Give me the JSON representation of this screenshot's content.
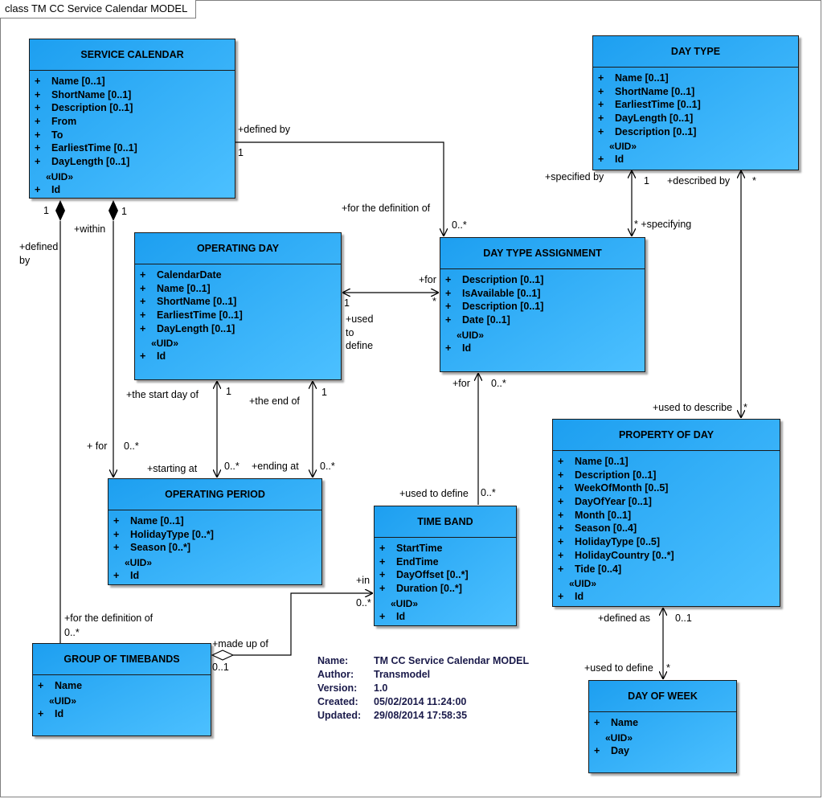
{
  "frame_title": "class TM CC Service Calendar  MODEL",
  "classes": {
    "service_calendar": {
      "name": "SERVICE CALENDAR",
      "attributes": [
        "Name [0..1]",
        "ShortName [0..1]",
        "Description [0..1]",
        "From",
        "To",
        "EarliestTime [0..1]",
        "DayLength [0..1]"
      ],
      "stereotype": "«UID»",
      "ids": [
        "Id"
      ]
    },
    "day_type": {
      "name": "DAY TYPE",
      "attributes": [
        "Name [0..1]",
        "ShortName [0..1]",
        "EarliestTime [0..1]",
        "DayLength [0..1]",
        "Description [0..1]"
      ],
      "stereotype": "«UID»",
      "ids": [
        "Id"
      ]
    },
    "operating_day": {
      "name": "OPERATING DAY",
      "attributes": [
        "CalendarDate",
        "Name [0..1]",
        "ShortName [0..1]",
        "EarliestTime [0..1]",
        "DayLength [0..1]"
      ],
      "stereotype": "«UID»",
      "ids": [
        "Id"
      ]
    },
    "day_type_assignment": {
      "name": "DAY TYPE ASSIGNMENT",
      "attributes": [
        "Description [0..1]",
        "IsAvailable [0..1]",
        "Description [0..1]",
        "Date [0..1]"
      ],
      "stereotype": "«UID»",
      "ids": [
        "Id"
      ]
    },
    "operating_period": {
      "name": "OPERATING PERIOD",
      "attributes": [
        "Name [0..1]",
        "HolidayType [0..*]",
        "Season [0..*]"
      ],
      "stereotype": "«UID»",
      "ids": [
        "Id"
      ]
    },
    "time_band": {
      "name": "TIME BAND",
      "attributes": [
        "StartTime",
        "EndTime",
        "DayOffset [0..*]",
        "Duration [0..*]"
      ],
      "stereotype": "«UID»",
      "ids": [
        "Id"
      ]
    },
    "property_of_day": {
      "name": "PROPERTY OF DAY",
      "attributes": [
        "Name [0..1]",
        "Description [0..1]",
        "WeekOfMonth [0..5]",
        "DayOfYear [0..1]",
        "Month [0..1]",
        "Season [0..4]",
        "HolidayType [0..5]",
        "HolidayCountry [0..*]",
        "Tide [0..4]"
      ],
      "stereotype": "«UID»",
      "ids": [
        "Id"
      ]
    },
    "group_of_timebands": {
      "name": "GROUP OF TIMEBANDS",
      "attributes": [
        "Name"
      ],
      "stereotype": "«UID»",
      "ids": [
        "Id"
      ]
    },
    "day_of_week": {
      "name": "DAY OF WEEK",
      "attributes": [
        "Name"
      ],
      "stereotype": "«UID»",
      "ids": [
        "Day"
      ]
    }
  },
  "visibility_marker": "+",
  "labels": {
    "sc_defined_by": "+defined by",
    "sc_one_right": "1",
    "for_def_of": "+for the definition of",
    "dta_zero_many": "0..*",
    "sc_one_left": "1",
    "sc_one_mid": "1",
    "defined_by": "+defined",
    "defined_by2": "by",
    "within": "+within",
    "specified_by": "+specified by",
    "dt_one": "1",
    "described_by": "+described by",
    "dt_star": "*",
    "specifying": "* +specifying",
    "for_dta": "+for",
    "od_one": "1",
    "dta_star": "*",
    "used_to": "+used",
    "to": "to",
    "define": "define",
    "start_day": "+the start day of",
    "od_one_a": "1",
    "end_of": "+the end of",
    "od_one_b": "1",
    "for_dta_bottom": "+for",
    "dta_zero_many_b": "0..*",
    "used_to_describe": "+used to describe",
    "pod_star": "*",
    "for_op": "+ for",
    "op_zero_many": "0..*",
    "starting_at": "+starting at",
    "op_zm_a": "0..*",
    "ending_at": "+ending at",
    "op_zm_b": "0..*",
    "used_to_define_tb": "+used to define",
    "tb_zero_many": "0..*",
    "in": "+in",
    "tb_zm_in": "0..*",
    "for_def_of_gtb": "+for the definition of",
    "gtb_zero_many": "0..*",
    "made_up_of": "+made up of",
    "gtb_zero_one": "0..1",
    "defined_as": "+defined as",
    "pod_zero_one": "0..1",
    "used_to_define_dow": "+used to define",
    "dow_star": "*"
  },
  "metadata": [
    {
      "key": "Name:",
      "value": "TM CC Service Calendar  MODEL"
    },
    {
      "key": "Author:",
      "value": "Transmodel"
    },
    {
      "key": "Version:",
      "value": "1.0"
    },
    {
      "key": "Created:",
      "value": "05/02/2014 11:24:00"
    },
    {
      "key": "Updated:",
      "value": "29/08/2014 17:58:35"
    }
  ]
}
